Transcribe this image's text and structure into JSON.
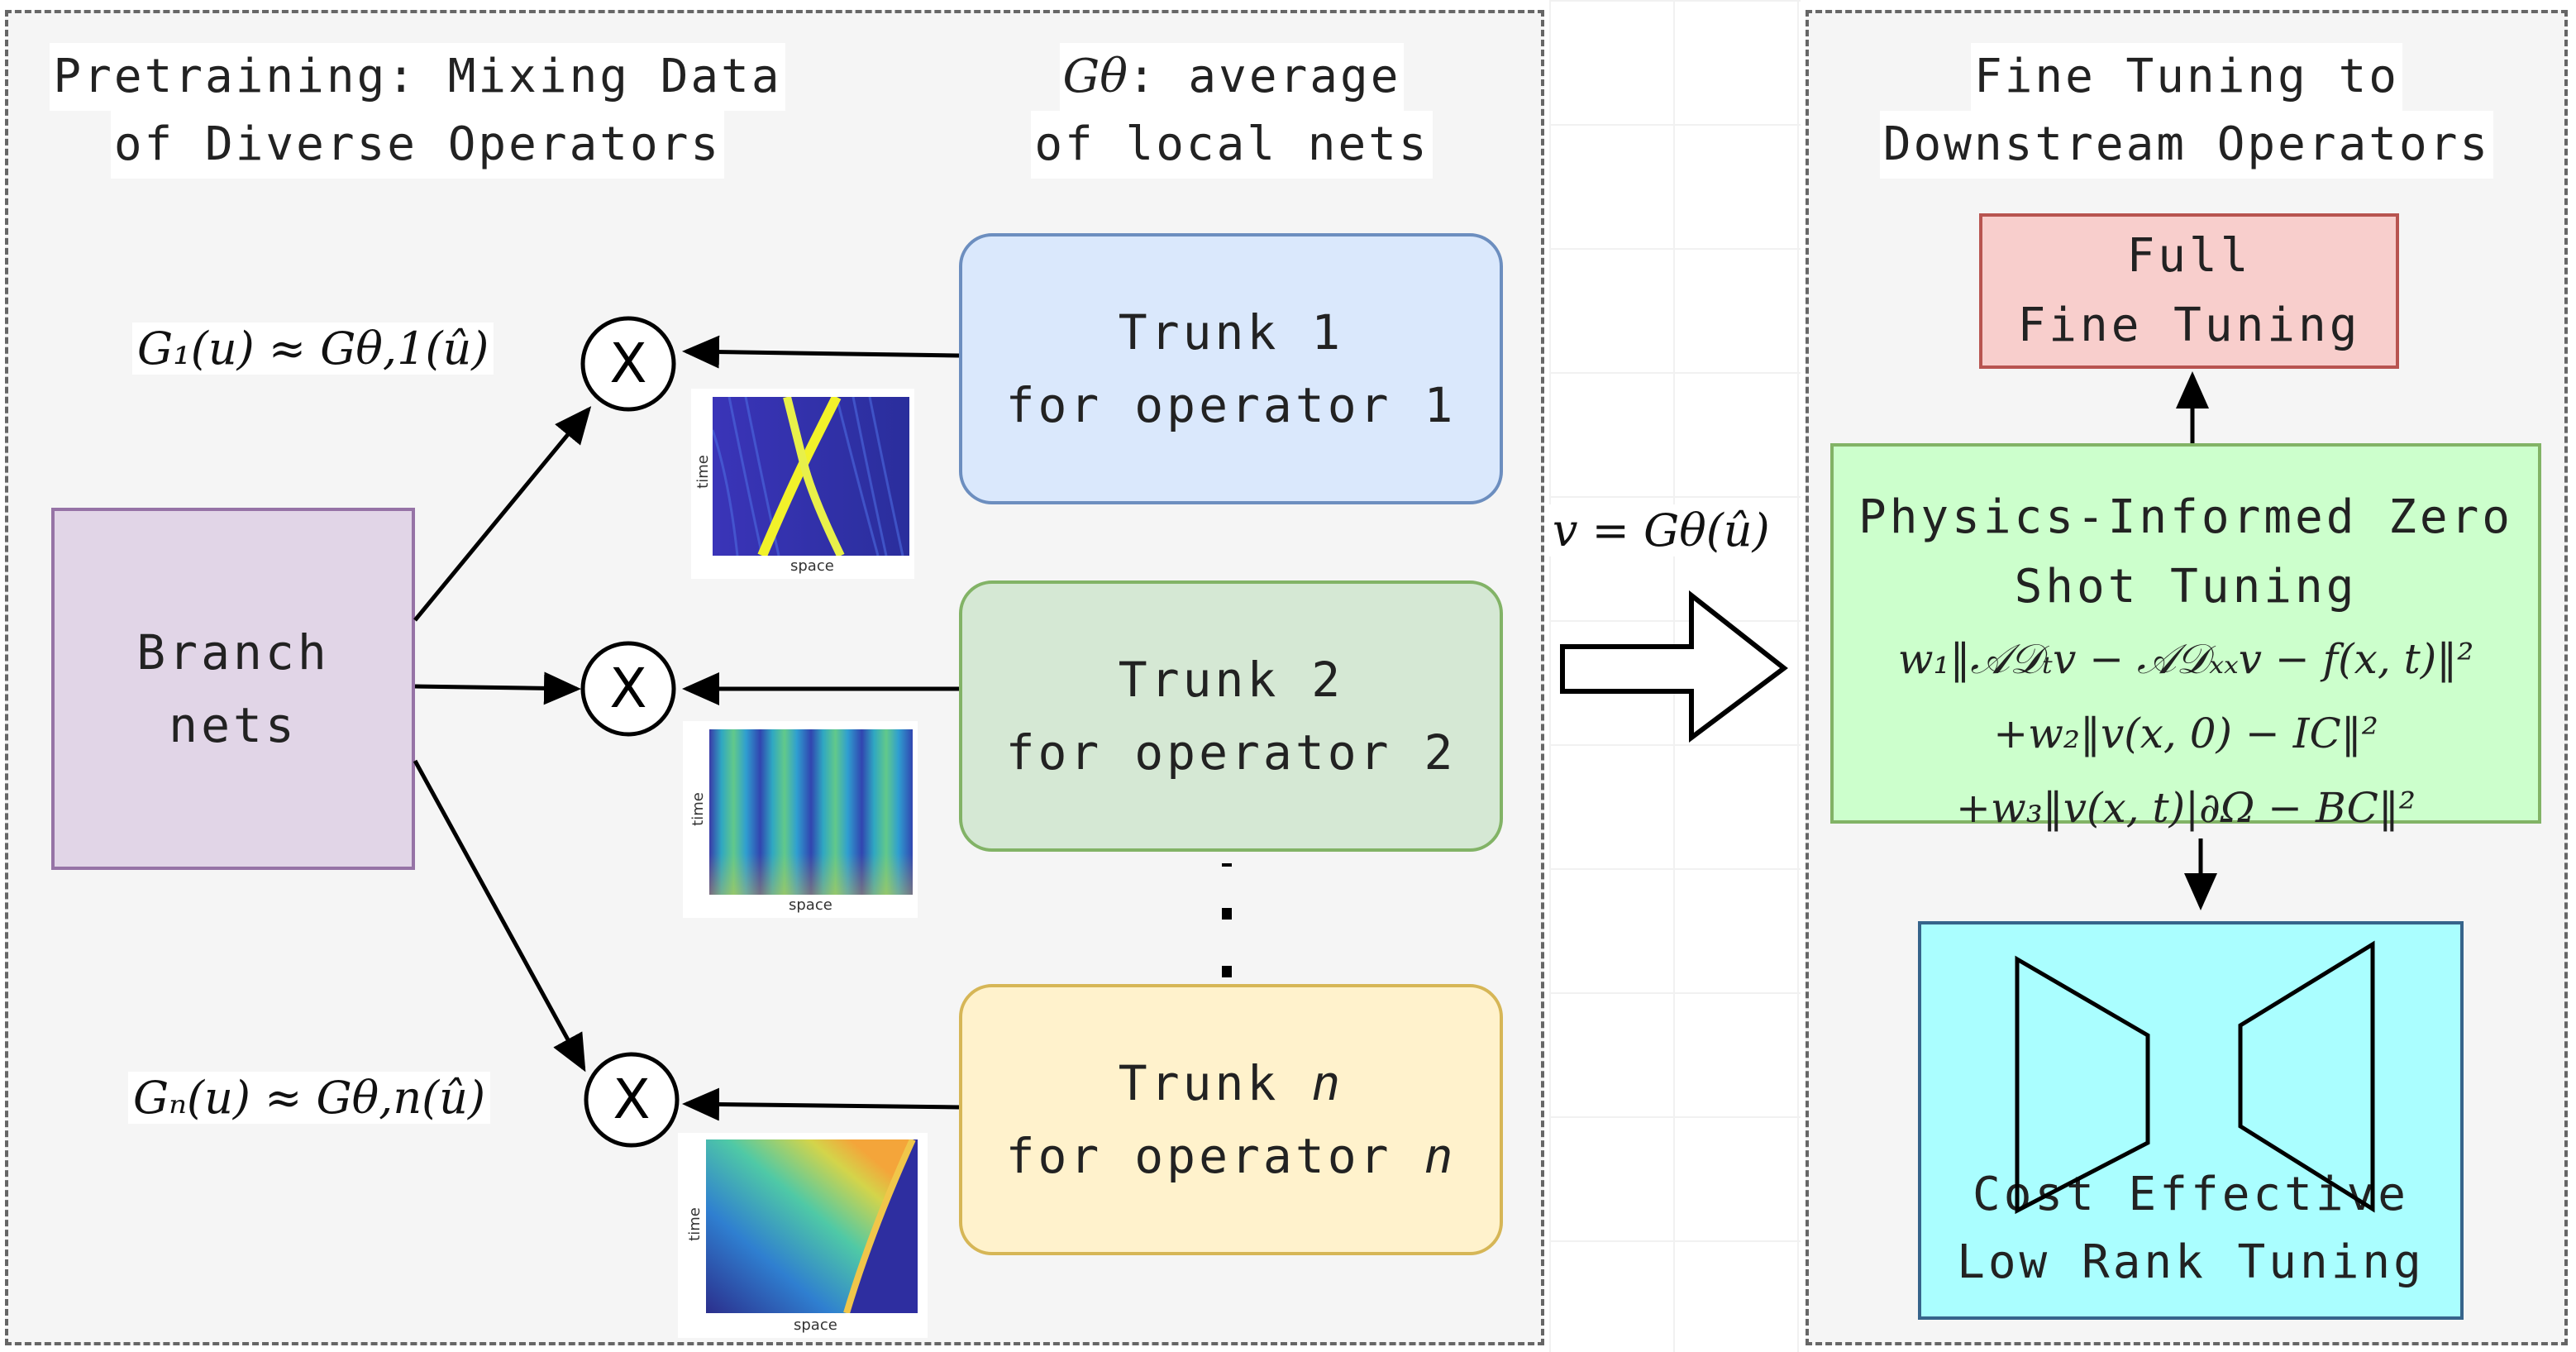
{
  "pretraining": {
    "title_line1": "Pretraining: Mixing Data",
    "title_line2": "of Diverse Operators"
  },
  "g_theta": {
    "symbol": "Gθ",
    "line1_suffix": ": average",
    "line2": "of local nets"
  },
  "fine_tuning": {
    "title_line1": "Fine Tuning to",
    "title_line2": "Downstream Operators"
  },
  "trunks": [
    {
      "line1": "Trunk 1",
      "line2": "for operator 1"
    },
    {
      "line1": "Trunk 2",
      "line2": "for operator 2"
    },
    {
      "line1_prefix": "Trunk ",
      "line1_var": "n",
      "line2_prefix": "for operator ",
      "line2_var": "n"
    }
  ],
  "branch": {
    "line1": "Branch",
    "line2": "nets"
  },
  "multiply_symbol": "X",
  "math": {
    "g1": "G₁(u) ≈ Gθ,1(û)",
    "gn": "Gₙ(u) ≈ Gθ,n(û)",
    "v_eq": "v = Gθ(û)"
  },
  "heatmaps": [
    {
      "ylabel": "time",
      "xlabel": "space"
    },
    {
      "ylabel": "time",
      "xlabel": "space"
    },
    {
      "ylabel": "time",
      "xlabel": "space"
    }
  ],
  "full_fine_tuning": {
    "line1": "Full",
    "line2": "Fine Tuning"
  },
  "physics_informed": {
    "line1": "Physics-Informed Zero",
    "line2": "Shot Tuning",
    "eq1": "w₁‖𝒜𝒟ₜv − 𝒜𝒟ₓₓv − f(x, t)‖²",
    "eq2": "+w₂‖v(x, 0) − IC‖²",
    "eq3": "+w₃‖v(x, t)|∂Ω − BC‖²"
  },
  "low_rank": {
    "line1": "Cost Effective",
    "line2": "Low Rank Tuning"
  },
  "colors": {
    "trunk1_fill": "#dae8fc",
    "trunk2_fill": "#d5e8d4",
    "trunkn_fill": "#fff2cc",
    "branch_fill": "#e1d5e7",
    "full_ft_fill": "#f8cecc",
    "pi_fill": "#ccffcc",
    "lowrank_fill": "#aafeff"
  }
}
